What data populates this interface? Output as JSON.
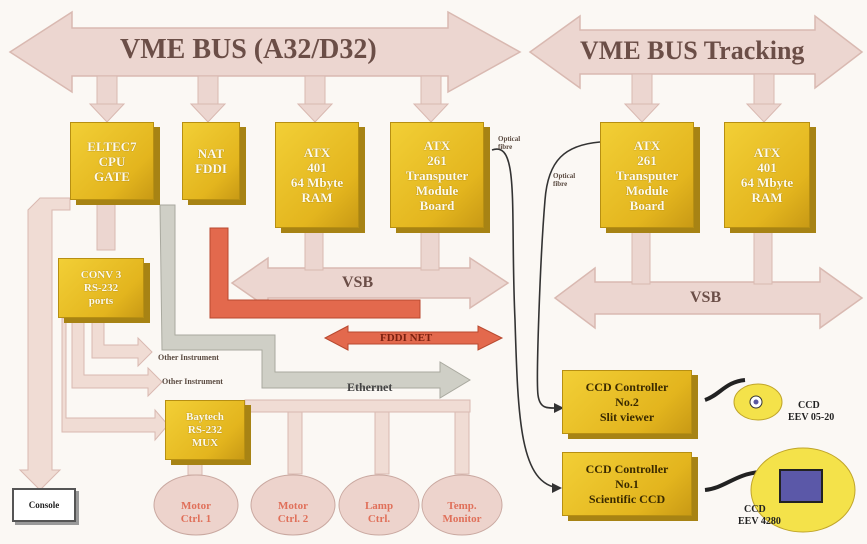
{
  "buses": {
    "vme_main": "VME BUS (A32/D32)",
    "vme_tracking": "VME BUS Tracking",
    "vsb_left": "VSB",
    "vsb_right": "VSB",
    "fddi_net": "FDDI NET",
    "ethernet": "Ethernet"
  },
  "boxes": {
    "eltec": [
      "ELTEC7",
      "CPU",
      "GATE"
    ],
    "nat": [
      "NAT",
      "FDDI"
    ],
    "atx401_left": [
      "ATX",
      "401",
      "64 Mbyte",
      "RAM"
    ],
    "atx261_left": [
      "ATX",
      "261",
      "Transputer",
      "Module",
      "Board"
    ],
    "atx261_right": [
      "ATX",
      "261",
      "Transputer",
      "Module",
      "Board"
    ],
    "atx401_right": [
      "ATX",
      "401",
      "64 Mbyte",
      "RAM"
    ],
    "conv3": [
      "CONV 3",
      "RS-232",
      "ports"
    ],
    "baytech": [
      "Baytech",
      "RS-232",
      "MUX"
    ],
    "ccd2": [
      "CCD Controller",
      "No.2",
      "Slit viewer"
    ],
    "ccd1": [
      "CCD Controller",
      "No.1",
      "Scientific CCD"
    ]
  },
  "labels": {
    "optical_fibre_1": [
      "Optical",
      "fibre"
    ],
    "optical_fibre_2": [
      "Optical",
      "fibre"
    ],
    "other_instrument_1": "Other Instrument",
    "other_instrument_2": "Other Instrument",
    "console": "Console",
    "motor1": [
      "Motor",
      "Ctrl. 1"
    ],
    "motor2": [
      "Motor",
      "Ctrl. 2"
    ],
    "lamp": [
      "Lamp",
      "Ctrl."
    ],
    "temp": [
      "Temp.",
      "Monitor"
    ],
    "ccd_small": [
      "CCD",
      "EEV 05-20"
    ],
    "ccd_large": [
      "CCD",
      "EEV 4280"
    ]
  },
  "colors": {
    "bus_arrow": "#ecd6d0",
    "bus_arrow_edge": "#d9b9b1",
    "box_yellow": "#e8bf27",
    "fddi_red": "#e3694d",
    "ethernet_grey": "#c9c9c2",
    "serial_line": "#f0dcd4"
  }
}
